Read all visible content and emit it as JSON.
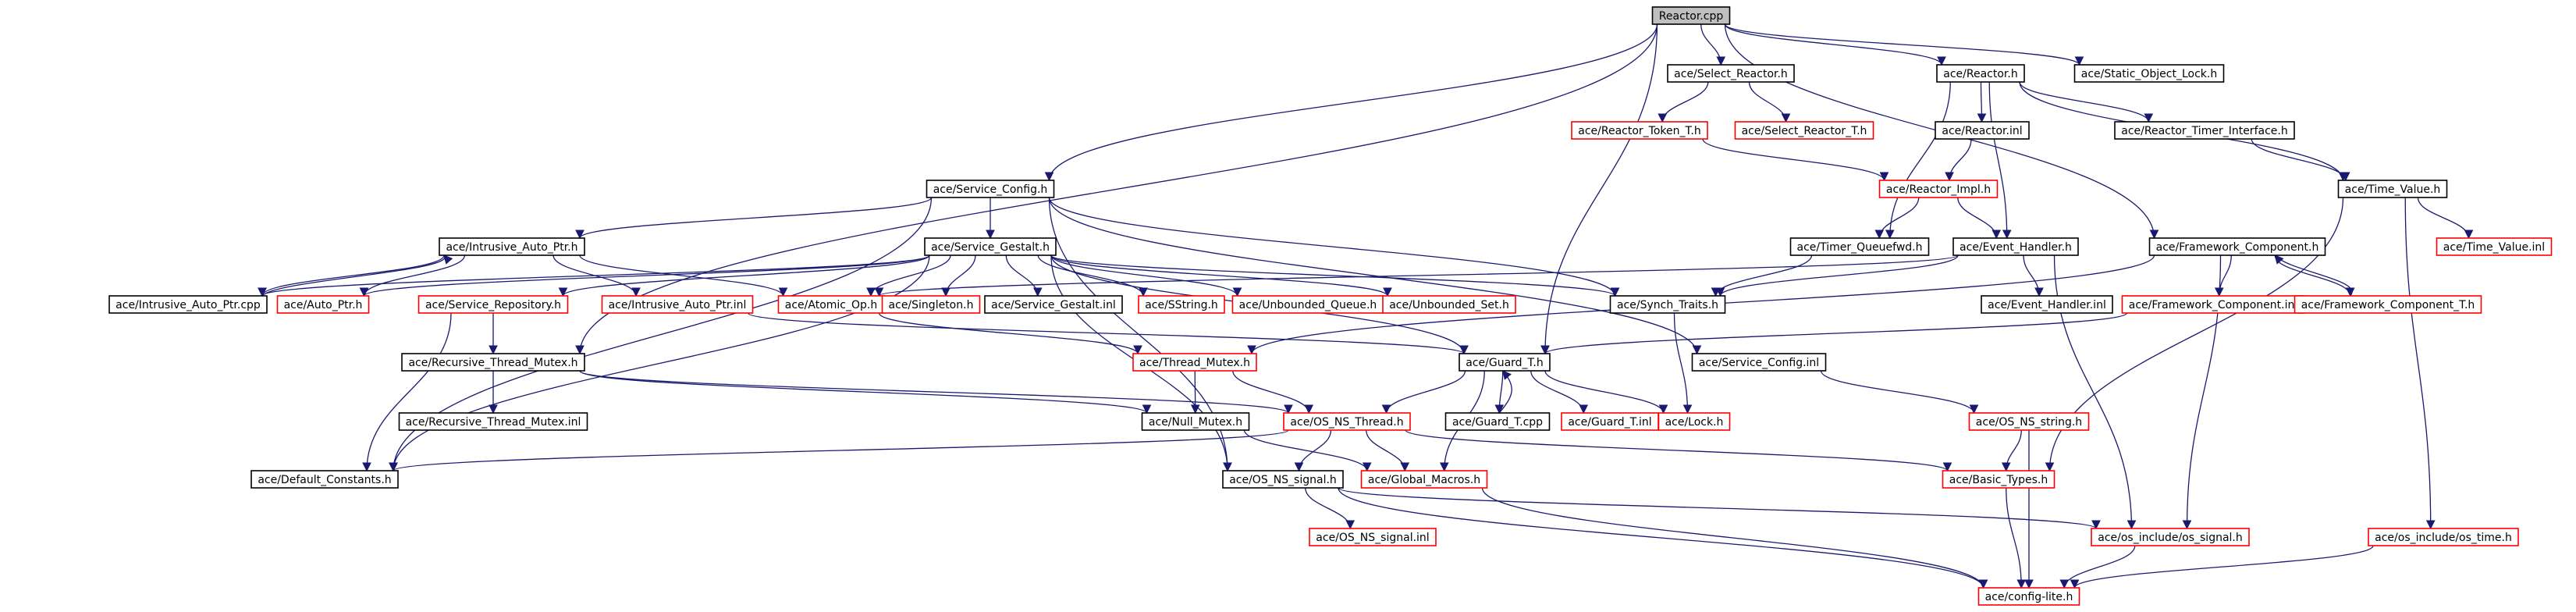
{
  "diagram_type": "include dependency graph",
  "colors": {
    "edge": "#191970",
    "root_fill": "#bfbfbf",
    "documented_border": "#000000",
    "undocumented_border": "#ff0000"
  },
  "nodes": [
    {
      "id": "reactor_cpp",
      "label": "Reactor.cpp",
      "kind": "root"
    },
    {
      "id": "select_reactor_h",
      "label": "ace/Select_Reactor.h",
      "kind": "doc"
    },
    {
      "id": "reactor_h",
      "label": "ace/Reactor.h",
      "kind": "doc"
    },
    {
      "id": "static_object_lock_h",
      "label": "ace/Static_Object_Lock.h",
      "kind": "doc"
    },
    {
      "id": "reactor_token_t_h",
      "label": "ace/Reactor_Token_T.h",
      "kind": "undoc"
    },
    {
      "id": "select_reactor_t_h",
      "label": "ace/Select_Reactor_T.h",
      "kind": "undoc"
    },
    {
      "id": "reactor_inl",
      "label": "ace/Reactor.inl",
      "kind": "doc"
    },
    {
      "id": "reactor_timer_interface_h",
      "label": "ace/Reactor_Timer_Interface.h",
      "kind": "doc"
    },
    {
      "id": "reactor_impl_h",
      "label": "ace/Reactor_Impl.h",
      "kind": "undoc"
    },
    {
      "id": "time_value_h",
      "label": "ace/Time_Value.h",
      "kind": "doc"
    },
    {
      "id": "service_config_h",
      "label": "ace/Service_Config.h",
      "kind": "doc"
    },
    {
      "id": "intrusive_auto_ptr_h",
      "label": "ace/Intrusive_Auto_Ptr.h",
      "kind": "doc"
    },
    {
      "id": "service_gestalt_h",
      "label": "ace/Service_Gestalt.h",
      "kind": "doc"
    },
    {
      "id": "timer_queuefwd_h",
      "label": "ace/Timer_Queuefwd.h",
      "kind": "doc"
    },
    {
      "id": "event_handler_h",
      "label": "ace/Event_Handler.h",
      "kind": "doc"
    },
    {
      "id": "framework_component_h",
      "label": "ace/Framework_Component.h",
      "kind": "doc"
    },
    {
      "id": "time_value_inl",
      "label": "ace/Time_Value.inl",
      "kind": "undoc"
    },
    {
      "id": "intrusive_auto_ptr_cpp",
      "label": "ace/Intrusive_Auto_Ptr.cpp",
      "kind": "doc"
    },
    {
      "id": "auto_ptr_h",
      "label": "ace/Auto_Ptr.h",
      "kind": "undoc"
    },
    {
      "id": "service_repository_h",
      "label": "ace/Service_Repository.h",
      "kind": "undoc"
    },
    {
      "id": "intrusive_auto_ptr_inl",
      "label": "ace/Intrusive_Auto_Ptr.inl",
      "kind": "undoc"
    },
    {
      "id": "atomic_op_h",
      "label": "ace/Atomic_Op.h",
      "kind": "undoc"
    },
    {
      "id": "singleton_h",
      "label": "ace/Singleton.h",
      "kind": "undoc"
    },
    {
      "id": "service_gestalt_inl",
      "label": "ace/Service_Gestalt.inl",
      "kind": "doc"
    },
    {
      "id": "sstring_h",
      "label": "ace/SString.h",
      "kind": "undoc"
    },
    {
      "id": "unbounded_queue_h",
      "label": "ace/Unbounded_Queue.h",
      "kind": "undoc"
    },
    {
      "id": "unbounded_set_h",
      "label": "ace/Unbounded_Set.h",
      "kind": "undoc"
    },
    {
      "id": "synch_traits_h",
      "label": "ace/Synch_Traits.h",
      "kind": "doc"
    },
    {
      "id": "event_handler_inl",
      "label": "ace/Event_Handler.inl",
      "kind": "doc"
    },
    {
      "id": "framework_component_inl",
      "label": "ace/Framework_Component.inl",
      "kind": "undoc"
    },
    {
      "id": "framework_component_t_h",
      "label": "ace/Framework_Component_T.h",
      "kind": "undoc"
    },
    {
      "id": "recursive_thread_mutex_h",
      "label": "ace/Recursive_Thread_Mutex.h",
      "kind": "doc"
    },
    {
      "id": "thread_mutex_h",
      "label": "ace/Thread_Mutex.h",
      "kind": "undoc"
    },
    {
      "id": "guard_t_h",
      "label": "ace/Guard_T.h",
      "kind": "doc"
    },
    {
      "id": "service_config_inl",
      "label": "ace/Service_Config.inl",
      "kind": "doc"
    },
    {
      "id": "recursive_thread_mutex_inl",
      "label": "ace/Recursive_Thread_Mutex.inl",
      "kind": "doc"
    },
    {
      "id": "null_mutex_h",
      "label": "ace/Null_Mutex.h",
      "kind": "doc"
    },
    {
      "id": "os_ns_thread_h",
      "label": "ace/OS_NS_Thread.h",
      "kind": "undoc"
    },
    {
      "id": "guard_t_cpp",
      "label": "ace/Guard_T.cpp",
      "kind": "doc"
    },
    {
      "id": "guard_t_inl",
      "label": "ace/Guard_T.inl",
      "kind": "undoc"
    },
    {
      "id": "lock_h",
      "label": "ace/Lock.h",
      "kind": "undoc"
    },
    {
      "id": "os_ns_string_h",
      "label": "ace/OS_NS_string.h",
      "kind": "undoc"
    },
    {
      "id": "default_constants_h",
      "label": "ace/Default_Constants.h",
      "kind": "doc"
    },
    {
      "id": "os_ns_signal_h",
      "label": "ace/OS_NS_signal.h",
      "kind": "doc"
    },
    {
      "id": "global_macros_h",
      "label": "ace/Global_Macros.h",
      "kind": "undoc"
    },
    {
      "id": "basic_types_h",
      "label": "ace/Basic_Types.h",
      "kind": "undoc"
    },
    {
      "id": "os_ns_signal_inl",
      "label": "ace/OS_NS_signal.inl",
      "kind": "undoc"
    },
    {
      "id": "os_include_os_signal_h",
      "label": "ace/os_include/os_signal.h",
      "kind": "undoc"
    },
    {
      "id": "os_include_os_time_h",
      "label": "ace/os_include/os_time.h",
      "kind": "undoc"
    },
    {
      "id": "config_lite_h",
      "label": "ace/config-lite.h",
      "kind": "undoc"
    }
  ],
  "edges": [
    [
      "reactor_cpp",
      "select_reactor_h"
    ],
    [
      "reactor_cpp",
      "reactor_h"
    ],
    [
      "reactor_cpp",
      "static_object_lock_h"
    ],
    [
      "reactor_cpp",
      "service_config_h"
    ],
    [
      "reactor_cpp",
      "framework_component_h"
    ],
    [
      "reactor_cpp",
      "guard_t_h"
    ],
    [
      "reactor_cpp",
      "recursive_thread_mutex_h"
    ],
    [
      "select_reactor_h",
      "reactor_token_t_h"
    ],
    [
      "select_reactor_h",
      "select_reactor_t_h"
    ],
    [
      "reactor_token_t_h",
      "reactor_impl_h"
    ],
    [
      "reactor_h",
      "reactor_inl"
    ],
    [
      "reactor_h",
      "reactor_timer_interface_h"
    ],
    [
      "reactor_h",
      "time_value_h"
    ],
    [
      "reactor_h",
      "event_handler_h"
    ],
    [
      "reactor_h",
      "timer_queuefwd_h"
    ],
    [
      "reactor_inl",
      "reactor_impl_h"
    ],
    [
      "reactor_impl_h",
      "timer_queuefwd_h"
    ],
    [
      "reactor_impl_h",
      "event_handler_h"
    ],
    [
      "reactor_timer_interface_h",
      "time_value_h"
    ],
    [
      "time_value_h",
      "time_value_inl"
    ],
    [
      "time_value_h",
      "basic_types_h"
    ],
    [
      "time_value_h",
      "os_include_os_time_h"
    ],
    [
      "service_config_h",
      "service_gestalt_h"
    ],
    [
      "service_config_h",
      "intrusive_auto_ptr_h"
    ],
    [
      "service_config_h",
      "synch_traits_h"
    ],
    [
      "service_config_h",
      "service_config_inl"
    ],
    [
      "service_config_h",
      "default_constants_h"
    ],
    [
      "service_config_h",
      "os_ns_signal_h"
    ],
    [
      "intrusive_auto_ptr_h",
      "intrusive_auto_ptr_cpp"
    ],
    [
      "intrusive_auto_ptr_h",
      "auto_ptr_h"
    ],
    [
      "intrusive_auto_ptr_h",
      "intrusive_auto_ptr_inl"
    ],
    [
      "intrusive_auto_ptr_h",
      "atomic_op_h"
    ],
    [
      "intrusive_auto_ptr_cpp",
      "intrusive_auto_ptr_h"
    ],
    [
      "service_gestalt_h",
      "auto_ptr_h"
    ],
    [
      "service_gestalt_h",
      "intrusive_auto_ptr_cpp"
    ],
    [
      "service_gestalt_h",
      "service_repository_h"
    ],
    [
      "service_gestalt_h",
      "atomic_op_h"
    ],
    [
      "service_gestalt_h",
      "singleton_h"
    ],
    [
      "service_gestalt_h",
      "service_gestalt_inl"
    ],
    [
      "service_gestalt_h",
      "sstring_h"
    ],
    [
      "service_gestalt_h",
      "unbounded_queue_h"
    ],
    [
      "service_gestalt_h",
      "unbounded_set_h"
    ],
    [
      "service_gestalt_h",
      "synch_traits_h"
    ],
    [
      "service_gestalt_h",
      "guard_t_h"
    ],
    [
      "service_gestalt_h",
      "default_constants_h"
    ],
    [
      "service_gestalt_h",
      "os_ns_signal_h"
    ],
    [
      "service_repository_h",
      "recursive_thread_mutex_h"
    ],
    [
      "service_repository_h",
      "default_constants_h"
    ],
    [
      "intrusive_auto_ptr_inl",
      "guard_t_h"
    ],
    [
      "atomic_op_h",
      "thread_mutex_h"
    ],
    [
      "timer_queuefwd_h",
      "synch_traits_h"
    ],
    [
      "event_handler_h",
      "atomic_op_h"
    ],
    [
      "event_handler_h",
      "synch_traits_h"
    ],
    [
      "event_handler_h",
      "event_handler_inl"
    ],
    [
      "event_handler_h",
      "os_include_os_signal_h"
    ],
    [
      "framework_component_h",
      "framework_component_inl"
    ],
    [
      "framework_component_h",
      "framework_component_t_h"
    ],
    [
      "framework_component_h",
      "thread_mutex_h"
    ],
    [
      "framework_component_h",
      "os_include_os_signal_h"
    ],
    [
      "framework_component_t_h",
      "framework_component_h"
    ],
    [
      "framework_component_inl",
      "guard_t_h"
    ],
    [
      "synch_traits_h",
      "lock_h"
    ],
    [
      "recursive_thread_mutex_h",
      "recursive_thread_mutex_inl"
    ],
    [
      "recursive_thread_mutex_h",
      "os_ns_thread_h"
    ],
    [
      "recursive_thread_mutex_h",
      "null_mutex_h"
    ],
    [
      "thread_mutex_h",
      "null_mutex_h"
    ],
    [
      "thread_mutex_h",
      "os_ns_thread_h"
    ],
    [
      "guard_t_h",
      "guard_t_cpp"
    ],
    [
      "guard_t_h",
      "guard_t_inl"
    ],
    [
      "guard_t_h",
      "lock_h"
    ],
    [
      "guard_t_h",
      "os_ns_thread_h"
    ],
    [
      "guard_t_h",
      "global_macros_h"
    ],
    [
      "guard_t_cpp",
      "guard_t_h"
    ],
    [
      "service_config_inl",
      "os_ns_string_h"
    ],
    [
      "null_mutex_h",
      "global_macros_h"
    ],
    [
      "os_ns_thread_h",
      "default_constants_h"
    ],
    [
      "os_ns_thread_h",
      "global_macros_h"
    ],
    [
      "os_ns_thread_h",
      "basic_types_h"
    ],
    [
      "os_ns_thread_h",
      "os_ns_signal_h"
    ],
    [
      "os_ns_string_h",
      "basic_types_h"
    ],
    [
      "os_ns_string_h",
      "config_lite_h"
    ],
    [
      "os_ns_signal_h",
      "os_ns_signal_inl"
    ],
    [
      "os_ns_signal_h",
      "os_include_os_signal_h"
    ],
    [
      "os_ns_signal_h",
      "config_lite_h"
    ],
    [
      "global_macros_h",
      "config_lite_h"
    ],
    [
      "basic_types_h",
      "config_lite_h"
    ],
    [
      "os_include_os_signal_h",
      "config_lite_h"
    ],
    [
      "os_include_os_time_h",
      "config_lite_h"
    ]
  ]
}
